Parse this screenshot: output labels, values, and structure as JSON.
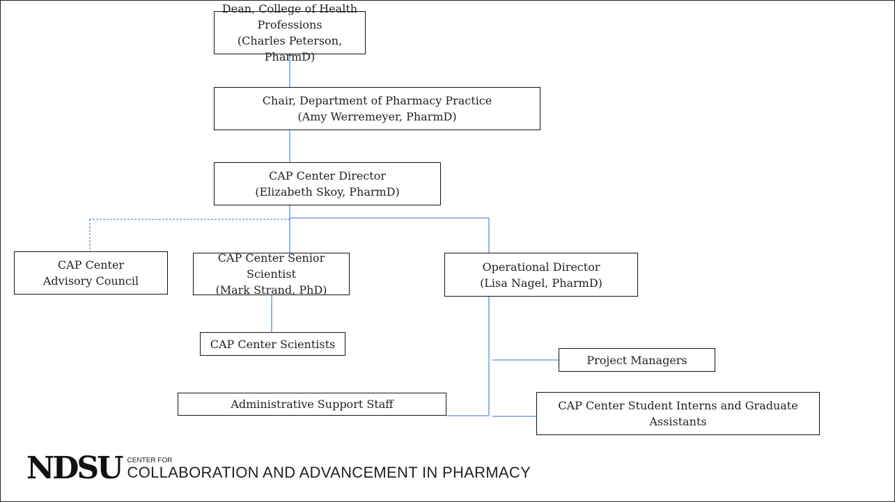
{
  "org_chart": {
    "dean": {
      "title": "Dean, College of Health Professions",
      "name": "(Charles Peterson, PharmD)"
    },
    "chair": {
      "title": "Chair, Department of Pharmacy Practice",
      "name": "(Amy Werremeyer, PharmD)"
    },
    "director": {
      "title": "CAP Center Director",
      "name": "(Elizabeth Skoy, PharmD)"
    },
    "advisory": {
      "line1": "CAP Center",
      "line2": "Advisory Council"
    },
    "senior_scientist": {
      "title": "CAP Center Senior Scientist",
      "name": "(Mark Strand, PhD)"
    },
    "operational_director": {
      "title": "Operational Director",
      "name": "(Lisa Nagel, PharmD)"
    },
    "scientists": {
      "label": "CAP Center Scientists"
    },
    "project_managers": {
      "label": "Project Managers"
    },
    "admin_staff": {
      "label": "Administrative Support Staff"
    },
    "interns": {
      "line1": "CAP Center Student Interns and Graduate",
      "line2": "Assistants"
    }
  },
  "logo": {
    "mark": "NDSU",
    "small": "CENTER FOR",
    "big": "COLLABORATION AND ADVANCEMENT IN PHARMACY"
  },
  "colors": {
    "connector": "#5b8fd6",
    "border": "#111111",
    "text": "#222222"
  }
}
